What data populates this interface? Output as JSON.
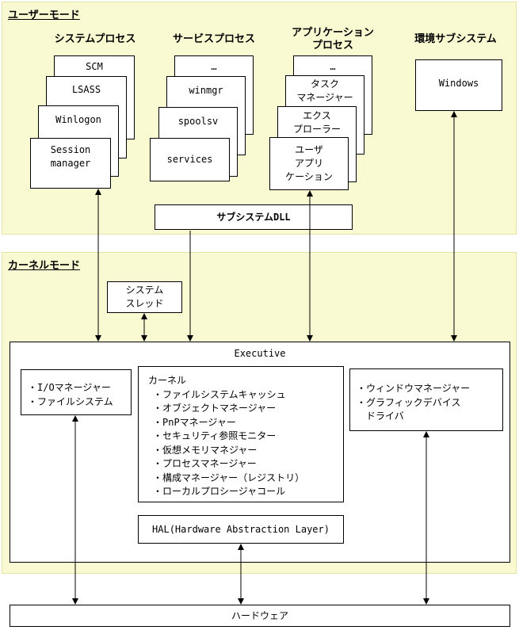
{
  "user_mode": {
    "title": "ユーザーモード",
    "columns": {
      "system_processes": "システムプロセス",
      "service_processes": "サービスプロセス",
      "application_processes": "アプリケーション\nプロセス",
      "environment_subsystems": "環境サブシステム"
    },
    "system_process_stack": [
      "SCM",
      "LSASS",
      "Winlogon",
      "Session\nmanager"
    ],
    "service_process_stack": [
      "…",
      "winmgr",
      "spoolsv",
      "services"
    ],
    "application_process_stack": [
      "…",
      "タスク\nマネージャー",
      "エクス\nプローラー",
      "ユーザ\nアプリ\nケーション"
    ],
    "environment_subsystem": "Windows",
    "subsystem_dll": "サブシステムDLL"
  },
  "kernel_mode": {
    "title": "カーネルモード",
    "system_threads": "システム\nスレッド",
    "executive": {
      "title": "Executive",
      "left_items": [
        "・I/Oマネージャー",
        "・ファイルシステム"
      ],
      "kernel_title": "カーネル",
      "kernel_items": [
        "・ファイルシステムキャッシュ",
        "・オブジェクトマネージャー",
        "・PnPマネージャー",
        "・セキュリティ参照モニター",
        "・仮想メモリマネジャー",
        "・プロセスマネージャー",
        "・構成マネージャー（レジストリ）",
        "・ローカルプロシージャコール"
      ],
      "right_items": [
        "・ウィンドウマネージャー",
        "・グラフィックデバイス",
        "　ドライバ"
      ],
      "hal": "HAL(Hardware Abstraction Layer)"
    }
  },
  "hardware": "ハードウェア"
}
